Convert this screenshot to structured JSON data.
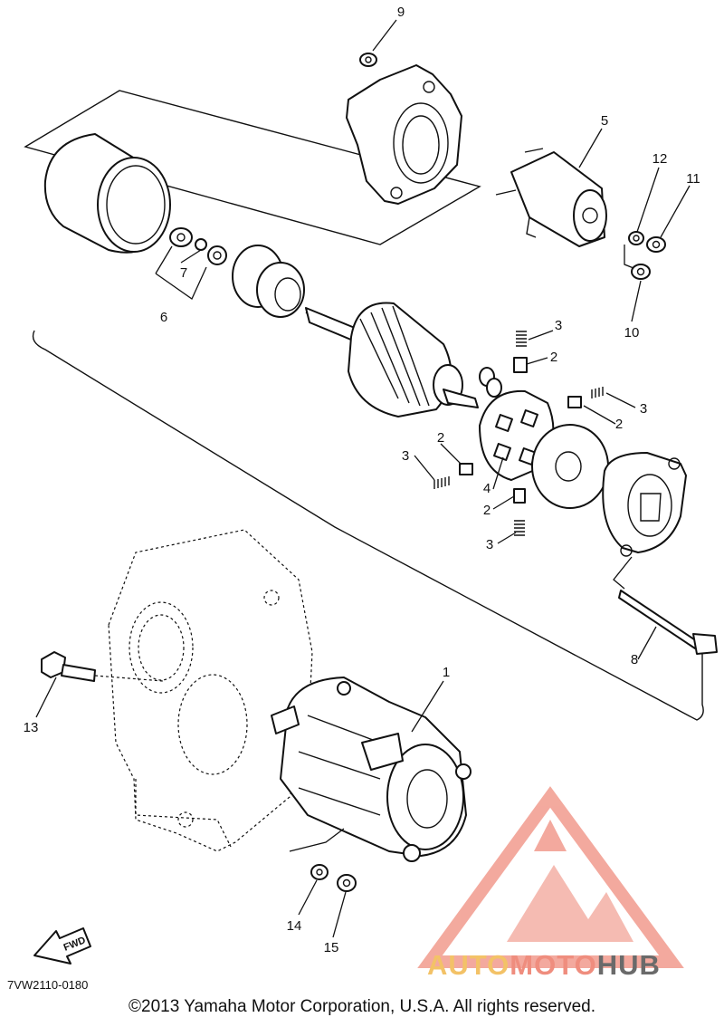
{
  "diagram": {
    "callouts": {
      "c1": "1",
      "c2a": "2",
      "c2b": "2",
      "c2c": "2",
      "c2d": "2",
      "c3a": "3",
      "c3b": "3",
      "c3c": "3",
      "c3d": "3",
      "c4": "4",
      "c5": "5",
      "c6": "6",
      "c7": "7",
      "c8": "8",
      "c9": "9",
      "c10": "10",
      "c11": "11",
      "c12": "12",
      "c13": "13",
      "c14": "14",
      "c15": "15"
    },
    "fwd_label": "FWD",
    "drawing_code": "7VW2110-0180",
    "copyright": "©2013 Yamaha Motor Corporation, U.S.A. All rights reserved."
  },
  "watermark": {
    "part1": "AUTO",
    "part2": "MOTO",
    "part3": "HUB",
    "colors": {
      "yellow": "#f3c267",
      "red": "#ef8d7e",
      "gray": "#6a6a6a"
    }
  }
}
